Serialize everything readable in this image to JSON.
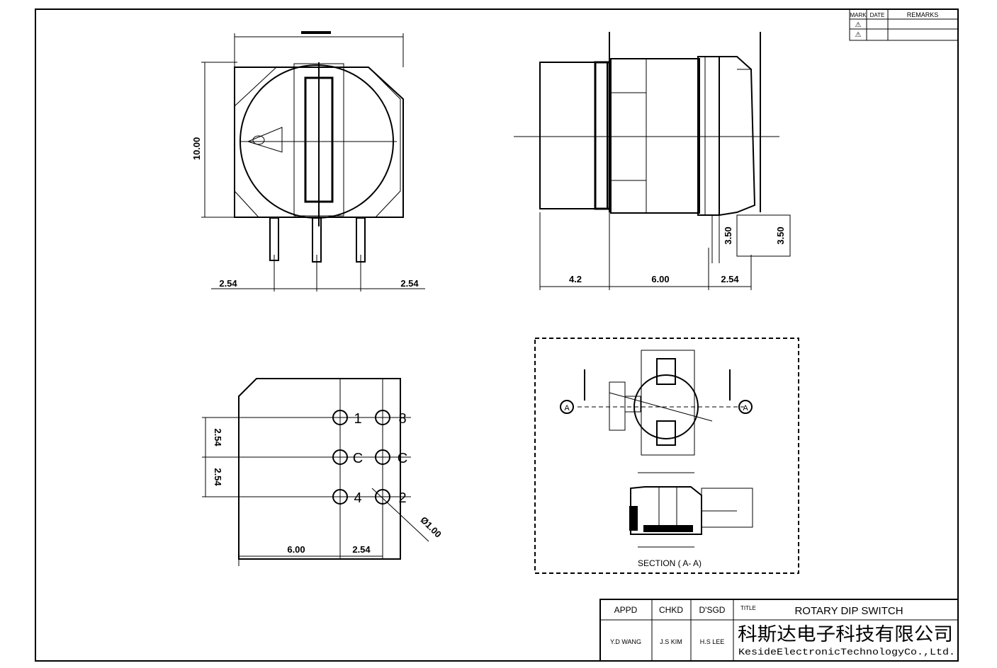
{
  "revision_table": {
    "headers": [
      "MARK",
      "DATE",
      "REMARKS"
    ],
    "rows": [
      {
        "mark": "⚠"
      },
      {
        "mark": "⚠"
      }
    ]
  },
  "front_view": {
    "dim_height": "10.00",
    "dim_left_pitch": "2.54",
    "dim_right_pitch": "2.54"
  },
  "side_view": {
    "dim_a": "4.2",
    "dim_b": "6.00",
    "dim_c": "2.54",
    "dim_pin_1": "3.50",
    "dim_pin_2": "3.50"
  },
  "pcb_view": {
    "dim_pitch_1": "2.54",
    "dim_pitch_2": "2.54",
    "dim_width": "6.00",
    "dim_col": "2.54",
    "dim_hole": "Ø1.00",
    "pin_labels_left": [
      "1",
      "C",
      "4"
    ],
    "pin_labels_right": [
      "8",
      "C",
      "2"
    ]
  },
  "section": {
    "label": "SECTION ( A- A)",
    "marker": "A"
  },
  "title_block": {
    "appd_label": "APPD",
    "chkd_label": "CHKD",
    "dsgd_label": "D'SGD",
    "title_label": "TITLE",
    "title": "ROTARY DIP SWITCH",
    "appd_name": "Y.D WANG",
    "chkd_name": "J.S KIM",
    "dsgd_name": "H.S LEE",
    "company_cn": "科斯达电子科技有限公司",
    "company_en": "KesideElectronicTechnologyCo.,Ltd."
  }
}
